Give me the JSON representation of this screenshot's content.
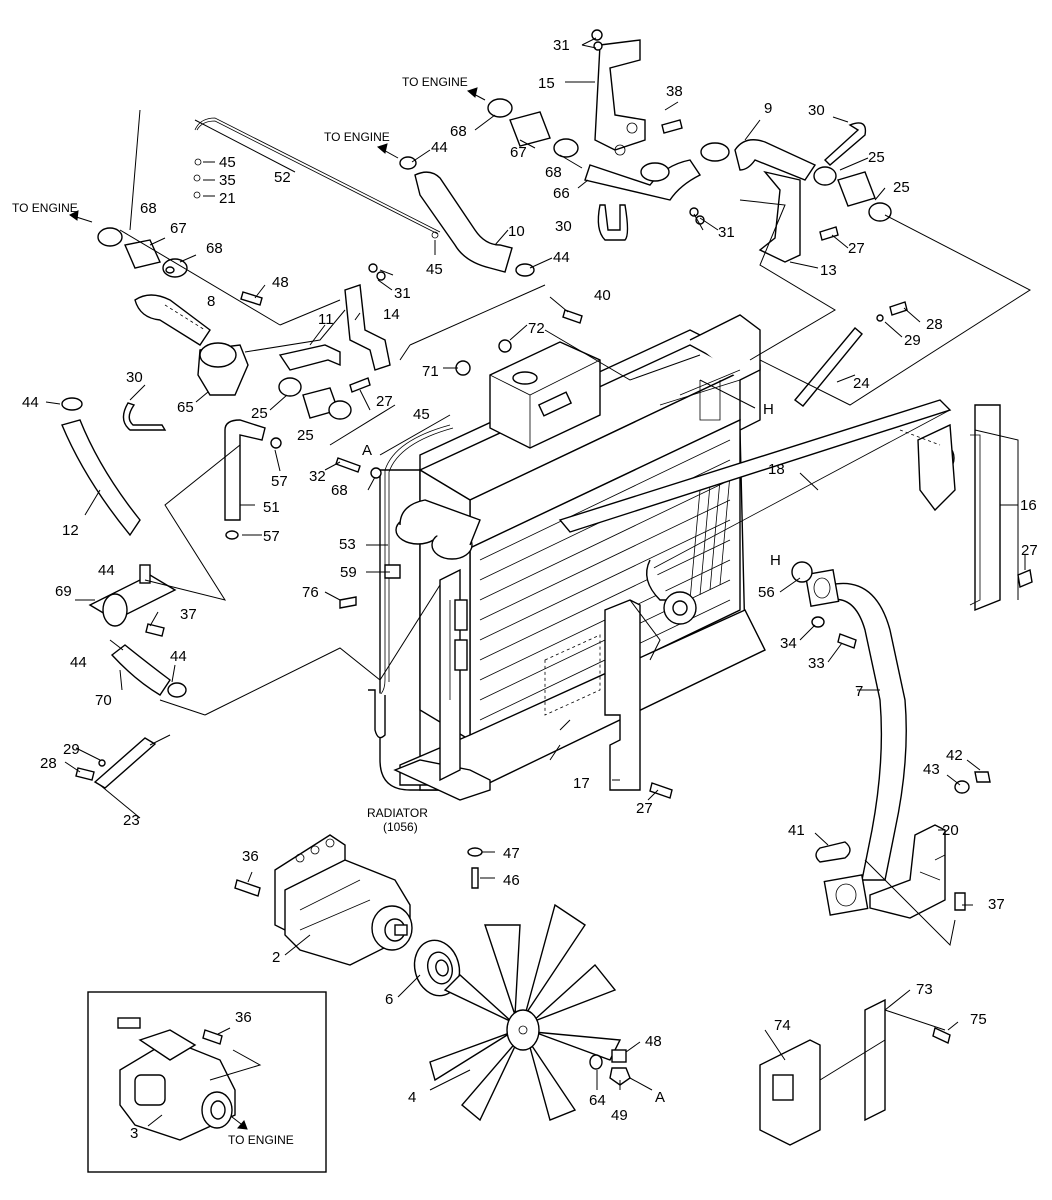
{
  "notes": {
    "to_engine": "TO ENGINE",
    "radiator": "RADIATOR",
    "radiator_sub": "(1056)"
  },
  "callouts": {
    "c31": "31",
    "c15": "15",
    "c38": "38",
    "c9": "9",
    "c30": "30",
    "c68": "68",
    "c67": "67",
    "c66": "66",
    "c44": "44",
    "c10": "10",
    "c25": "25",
    "c27": "27",
    "c13": "13",
    "c52": "52",
    "c45": "45",
    "c35": "35",
    "c21": "21",
    "c48": "48",
    "c40": "40",
    "c72": "72",
    "c71": "71",
    "c28": "28",
    "c29": "29",
    "c24": "24",
    "c8": "8",
    "c11": "11",
    "c14": "14",
    "c65": "65",
    "c12": "12",
    "c57": "57",
    "c51": "51",
    "c32": "32",
    "cA": "A",
    "cH": "H",
    "c18": "18",
    "c16": "16",
    "c53": "53",
    "c59": "59",
    "c76": "76",
    "c56": "56",
    "c34": "34",
    "c33": "33",
    "c7": "7",
    "c69": "69",
    "c37": "37",
    "c70": "70",
    "c23": "23",
    "c17": "17",
    "c42": "42",
    "c43": "43",
    "c20": "20",
    "c41": "41",
    "c47": "47",
    "c46": "46",
    "c36": "36",
    "c2": "2",
    "c6": "6",
    "c4": "4",
    "c64": "64",
    "c49": "49",
    "c3": "3",
    "c73": "73",
    "c74": "74",
    "c75": "75"
  }
}
